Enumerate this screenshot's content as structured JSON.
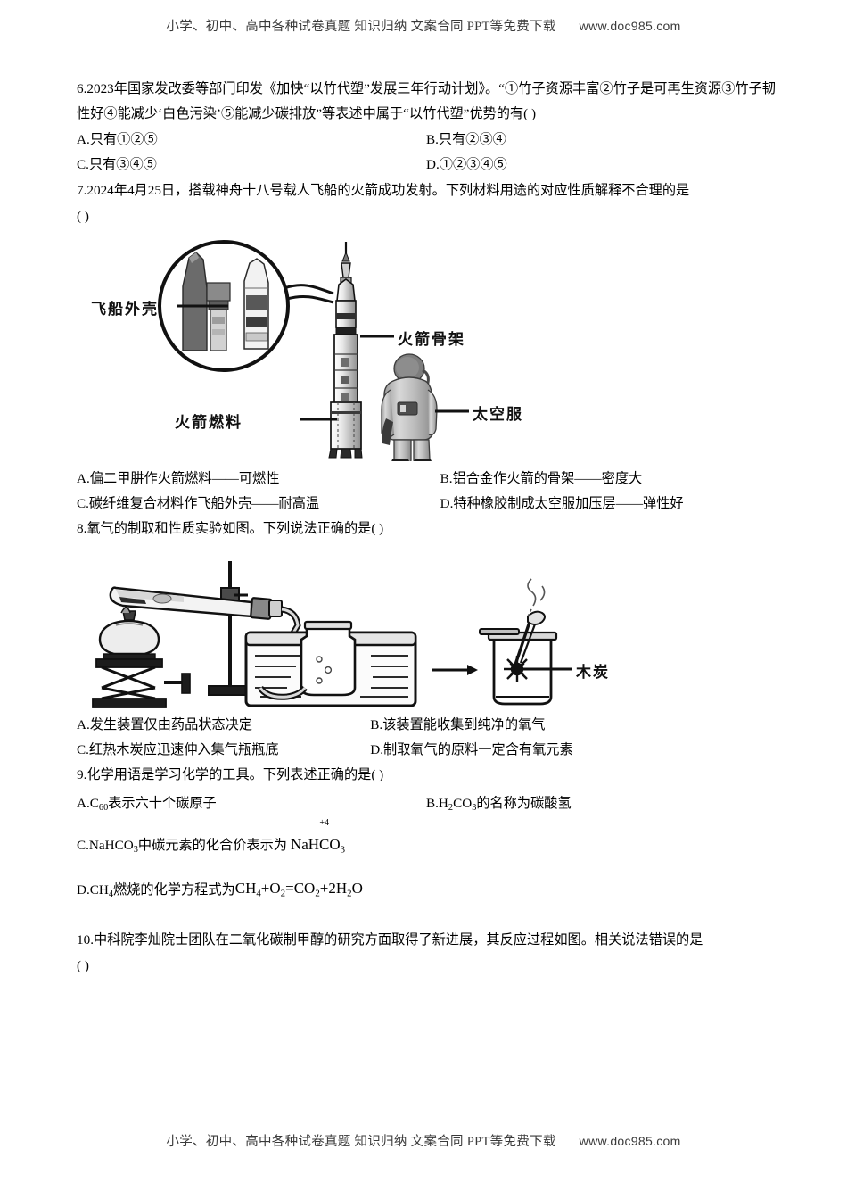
{
  "watermark": {
    "cn_text": "小学、初中、高中各种试卷真题  知识归纳  文案合同  PPT等免费下载",
    "url": "www.doc985.com"
  },
  "questions": [
    {
      "number": "6",
      "stem": "6.2023年国家发改委等部门印发《加快“以竹代塑”发展三年行动计划》。“①竹子资源丰富②竹子是可再生资源③竹子韧性好④能减少‘白色污染’⑤能减少碳排放”等表述中属于“以竹代塑”优势的有(  )",
      "options": [
        "A.只有①②⑤",
        "B.只有②③④",
        "C.只有③④⑤",
        "D.①②③④⑤"
      ]
    },
    {
      "number": "7",
      "stem": "7.2024年4月25日，搭载神舟十八号载人飞船的火箭成功发射。下列材料用途的对应性质解释不合理的是",
      "stem_cont": "(  )",
      "figure": {
        "name": "rocket-spacecraft-diagram",
        "labels": [
          "飞船外壳",
          "火箭骨架",
          "火箭燃料",
          "太空服"
        ]
      },
      "options": [
        "A.偏二甲肼作火箭燃料——可燃性",
        "B.铝合金作火箭的骨架——密度大",
        "C.碳纤维复合材料作飞船外壳——耐高温",
        "D.特种橡胶制成太空服加压层——弹性好"
      ]
    },
    {
      "number": "8",
      "stem": "8.氧气的制取和性质实验如图。下列说法正确的是(  )",
      "figure": {
        "name": "oxygen-preparation-apparatus",
        "labels": [
          "木炭"
        ]
      },
      "options": [
        "A.发生装置仅由药品状态决定",
        "B.该装置能收集到纯净的氧气",
        "C.红热木炭应迅速伸入集气瓶瓶底",
        "D.制取氧气的原料一定含有氧元素"
      ]
    },
    {
      "number": "9",
      "stem": "9.化学用语是学习化学的工具。下列表述正确的是(  )",
      "option_a_prefix": "A.C",
      "option_a_sub": "60",
      "option_a_suffix": "表示六十个碳原子",
      "option_b_prefix": "B.H",
      "option_b_sub1": "2",
      "option_b_mid": "CO",
      "option_b_sub2": "3",
      "option_b_suffix": "的名称为碳酸氢",
      "option_c_prefix": "C.NaHCO",
      "option_c_sub": "3",
      "option_c_mid": "中碳元素的化合价表示为",
      "option_c_formula": {
        "before": "NaH",
        "charged_atom": "C",
        "charge": "+4",
        "after": "O",
        "after_sub": "3"
      },
      "option_d_prefix": "D.CH",
      "option_d_sub": "4",
      "option_d_mid": "燃烧的化学方程式为",
      "option_d_equation": {
        "terms": [
          {
            "text": "CH",
            "sub": "4"
          },
          {
            "text": "+O",
            "sub": "2"
          },
          {
            "text": "=CO",
            "sub": "2"
          },
          {
            "text": "+2H",
            "sub": "2"
          },
          {
            "text": "O",
            "sub": ""
          }
        ]
      }
    },
    {
      "number": "10",
      "stem": "10.中科院李灿院士团队在二氧化碳制甲醇的研究方面取得了新进展，其反应过程如图。相关说法错误的是",
      "stem_cont": "(  )"
    }
  ]
}
